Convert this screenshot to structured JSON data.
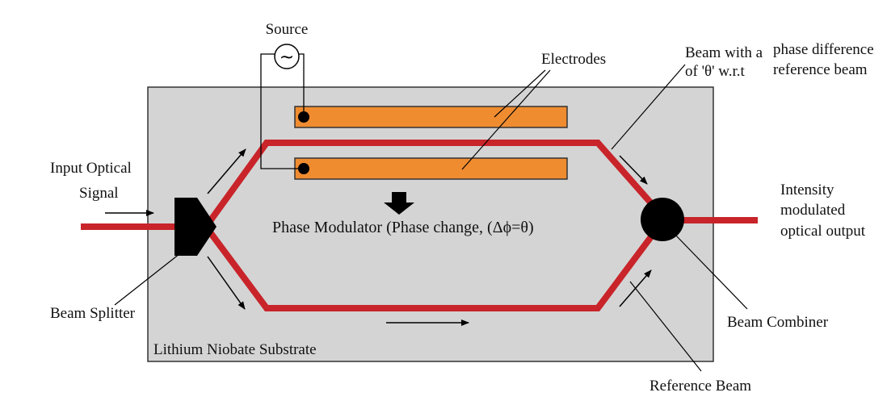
{
  "labels": {
    "source": "Source",
    "electrodes": "Electrodes",
    "phase_beam_line1": "Beam with a",
    "phase_beam_line2": "of 'θ'  w.r.t",
    "phase_diff_line1": "phase difference",
    "phase_diff_line2": "reference beam",
    "input_line1": "Input Optical",
    "input_line2": "Signal",
    "output_line1": "Intensity",
    "output_line2": "modulated",
    "output_line3": "optical output",
    "phase_modulator": "Phase Modulator (Phase change, (Δϕ=θ)",
    "beam_splitter": "Beam Splitter",
    "beam_combiner": "Beam Combiner",
    "substrate": "Lithium Niobate Substrate",
    "reference_beam": "Reference Beam"
  },
  "source_symbol": "~",
  "colors": {
    "substrate": "#d4d4d4",
    "waveguide": "#c8242a",
    "electrode": "#f08c30",
    "ink": "#000000"
  }
}
